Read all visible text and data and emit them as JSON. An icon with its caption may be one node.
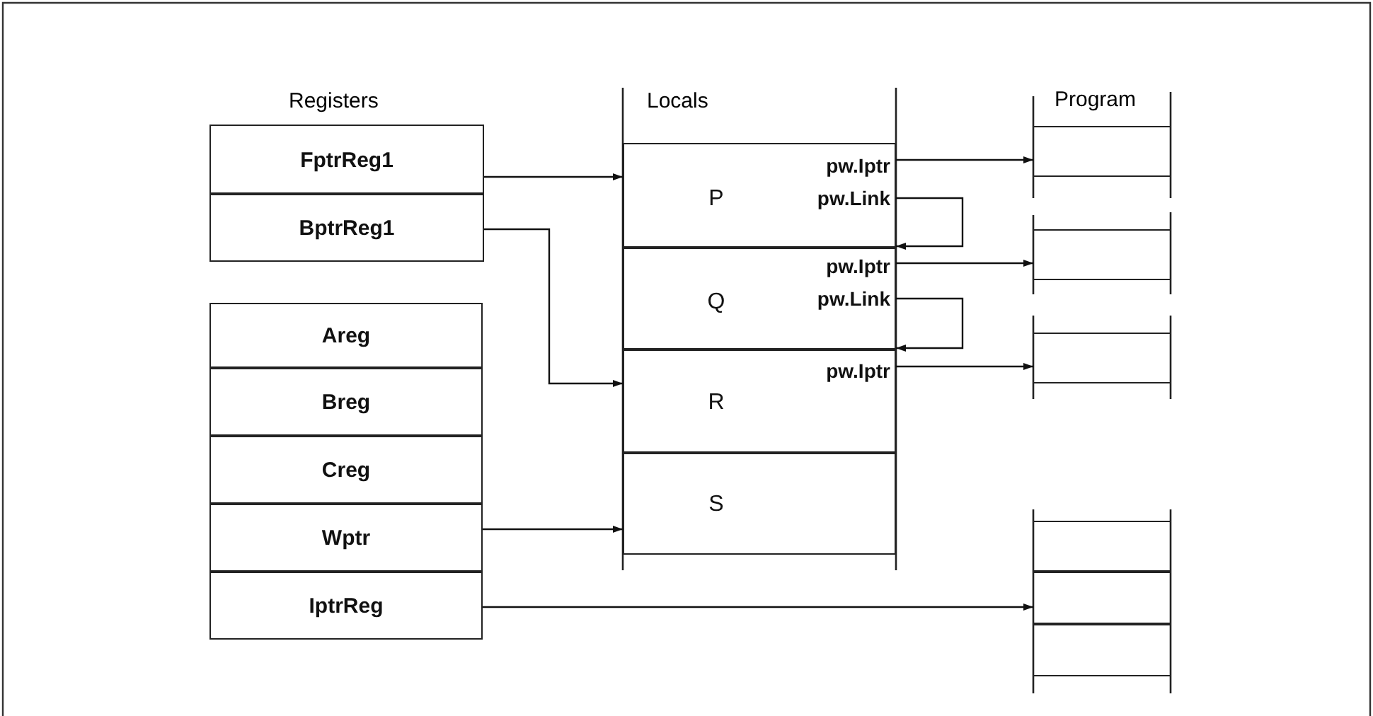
{
  "diagram": {
    "nodes": [
      {
        "text": [
          "FptrReg1"
        ]
      },
      {
        "text": [
          "BptrReg1"
        ]
      },
      {
        "text": [
          "Areg"
        ]
      },
      {
        "text": [
          "Breg"
        ]
      },
      {
        "text": [
          "Creg"
        ]
      },
      {
        "text": [
          "Wptr"
        ]
      },
      {
        "text": [
          "IptrReg"
        ]
      },
      {
        "text": [
          "P",
          "pw.Iptr",
          "pw.Link"
        ]
      },
      {
        "text": [
          "pw.Iptr",
          "Q",
          "pw.Link"
        ]
      },
      {
        "text": [
          "pw.Iptr",
          "R"
        ]
      },
      {
        "text": [
          "S"
        ]
      },
      {
        "text": [],
        "shape": "box"
      },
      {
        "text": [],
        "shape": "box"
      },
      {
        "text": [],
        "shape": "box"
      },
      {
        "text": [],
        "shape": "box"
      },
      {
        "text": [],
        "shape": "box"
      },
      {
        "text": [],
        "shape": "box"
      }
    ],
    "edges": [
      {
        "from": 0,
        "to": 7,
        "arrow": "to"
      },
      {
        "from": 1,
        "to": 9,
        "arrow": "to"
      },
      {
        "from": 5,
        "to": 10,
        "arrow": "to"
      },
      {
        "from": 6,
        "to": 15,
        "arrow": "to"
      },
      {
        "from": 7,
        "to": 11,
        "arrow": "to"
      },
      {
        "from": 7,
        "to": 8,
        "arrow": "to"
      },
      {
        "from": 8,
        "to": 12,
        "arrow": "to"
      },
      {
        "from": 8,
        "to": 9,
        "arrow": "to"
      },
      {
        "from": 9,
        "to": 13,
        "arrow": "to"
      }
    ],
    "labels": [
      "Registers",
      "Locals",
      "Program"
    ]
  }
}
